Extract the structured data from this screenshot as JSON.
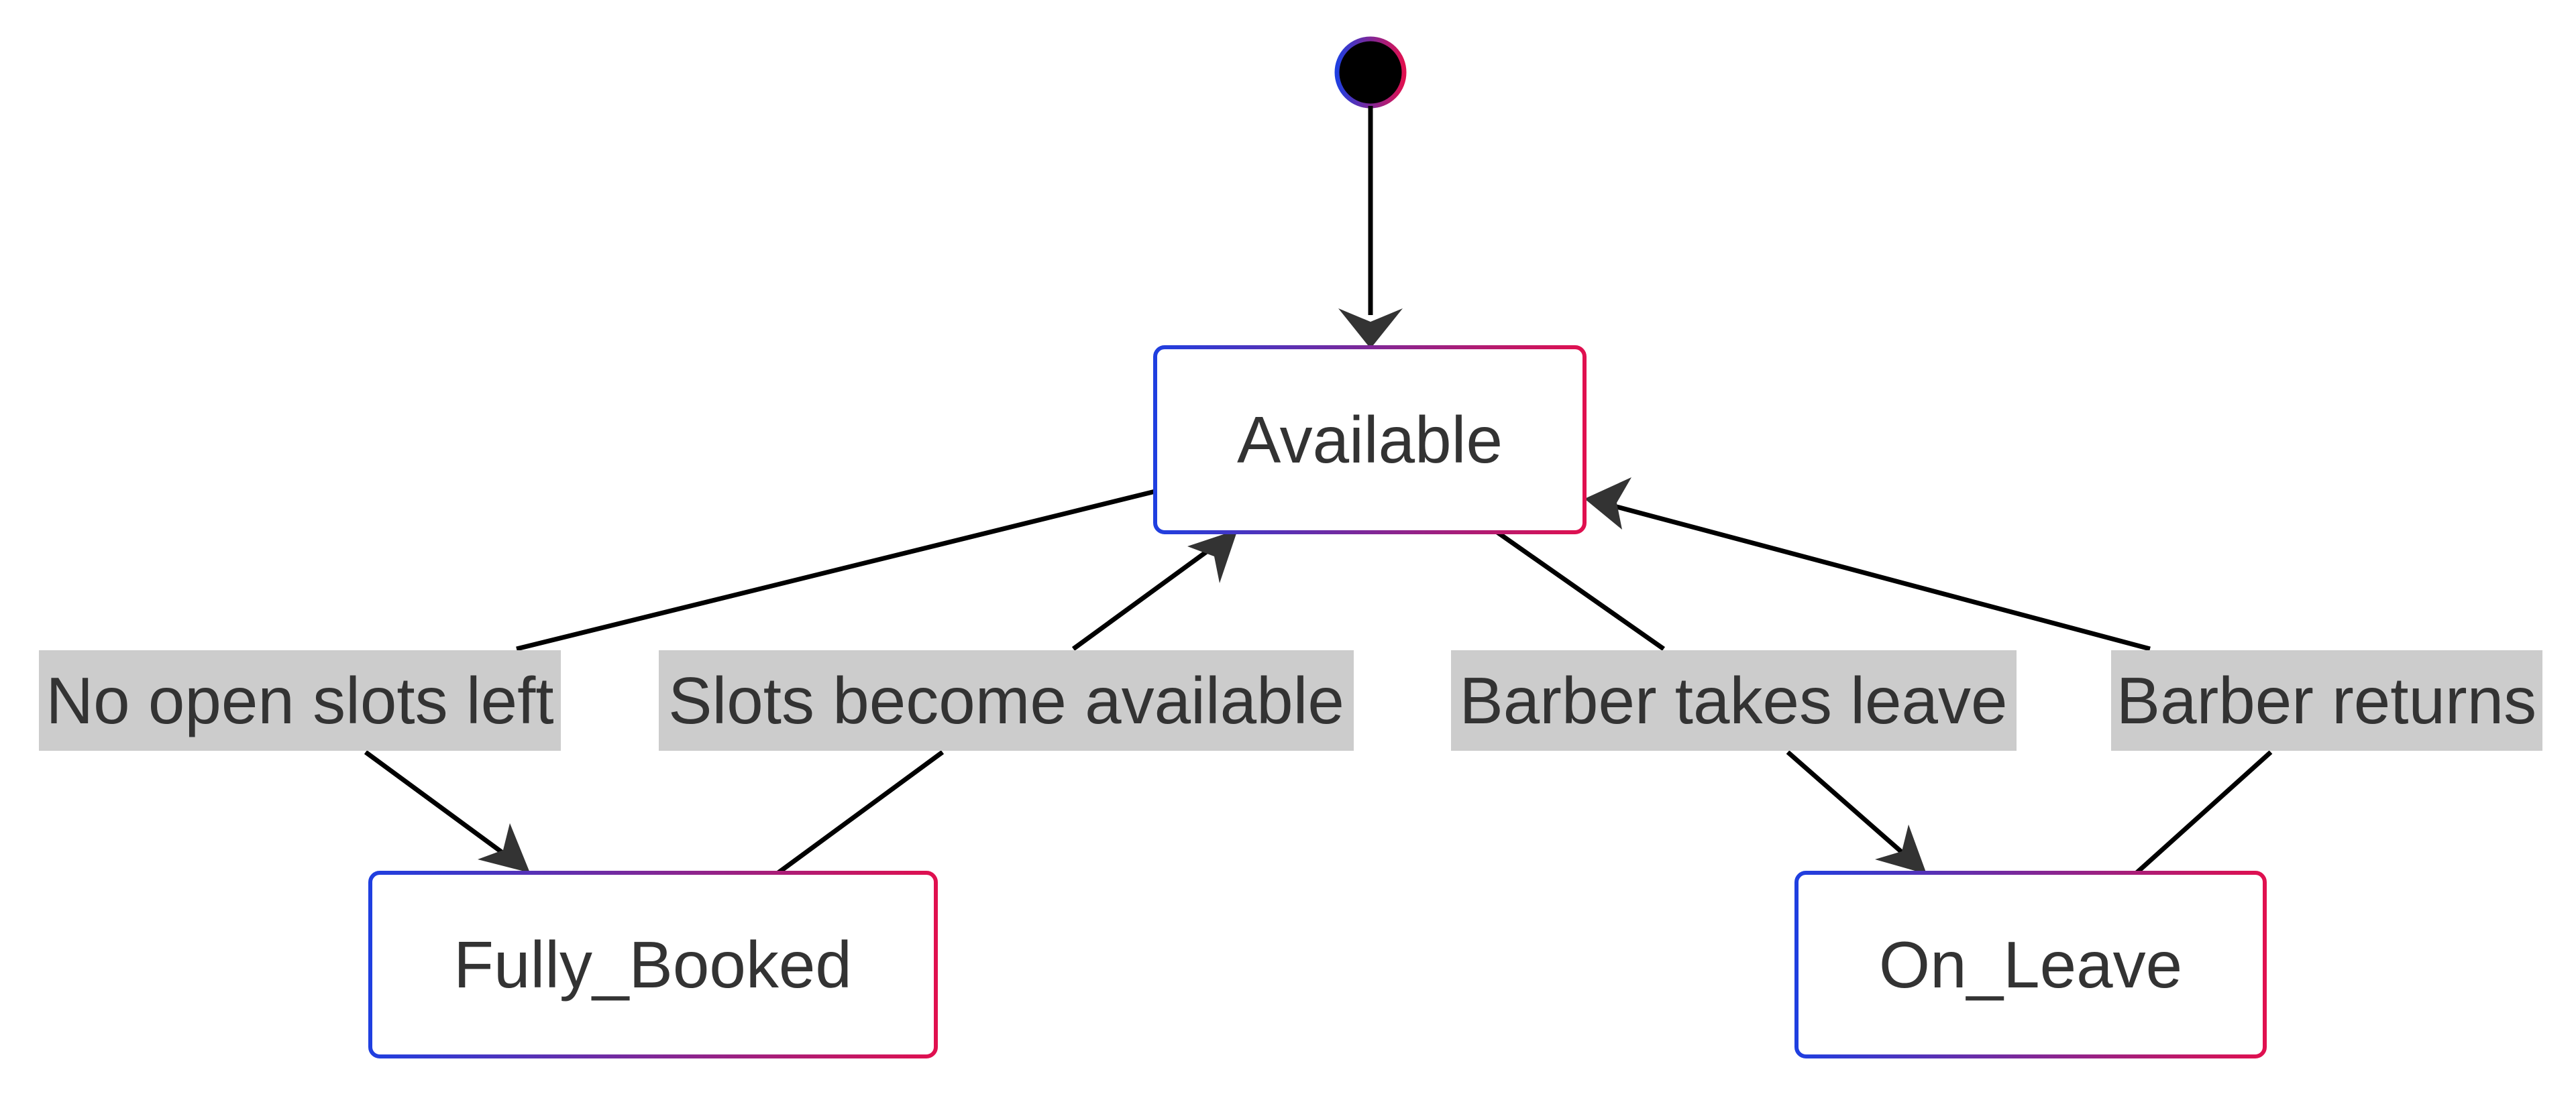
{
  "colors": {
    "gradient_start": "#1f3fe0",
    "gradient_end": "#e0104f",
    "label_background": "#cccccc",
    "text": "#333333",
    "arrow": "#333333"
  },
  "diagram": {
    "initial_state": "Available",
    "states": [
      {
        "id": "available",
        "label": "Available"
      },
      {
        "id": "fully_booked",
        "label": "Fully_Booked"
      },
      {
        "id": "on_leave",
        "label": "On_Leave"
      }
    ],
    "transitions": [
      {
        "from": "Available",
        "to": "Fully_Booked",
        "label": "No open slots left"
      },
      {
        "from": "Fully_Booked",
        "to": "Available",
        "label": "Slots become available"
      },
      {
        "from": "Available",
        "to": "On_Leave",
        "label": "Barber takes leave"
      },
      {
        "from": "On_Leave",
        "to": "Available",
        "label": "Barber returns"
      }
    ]
  }
}
